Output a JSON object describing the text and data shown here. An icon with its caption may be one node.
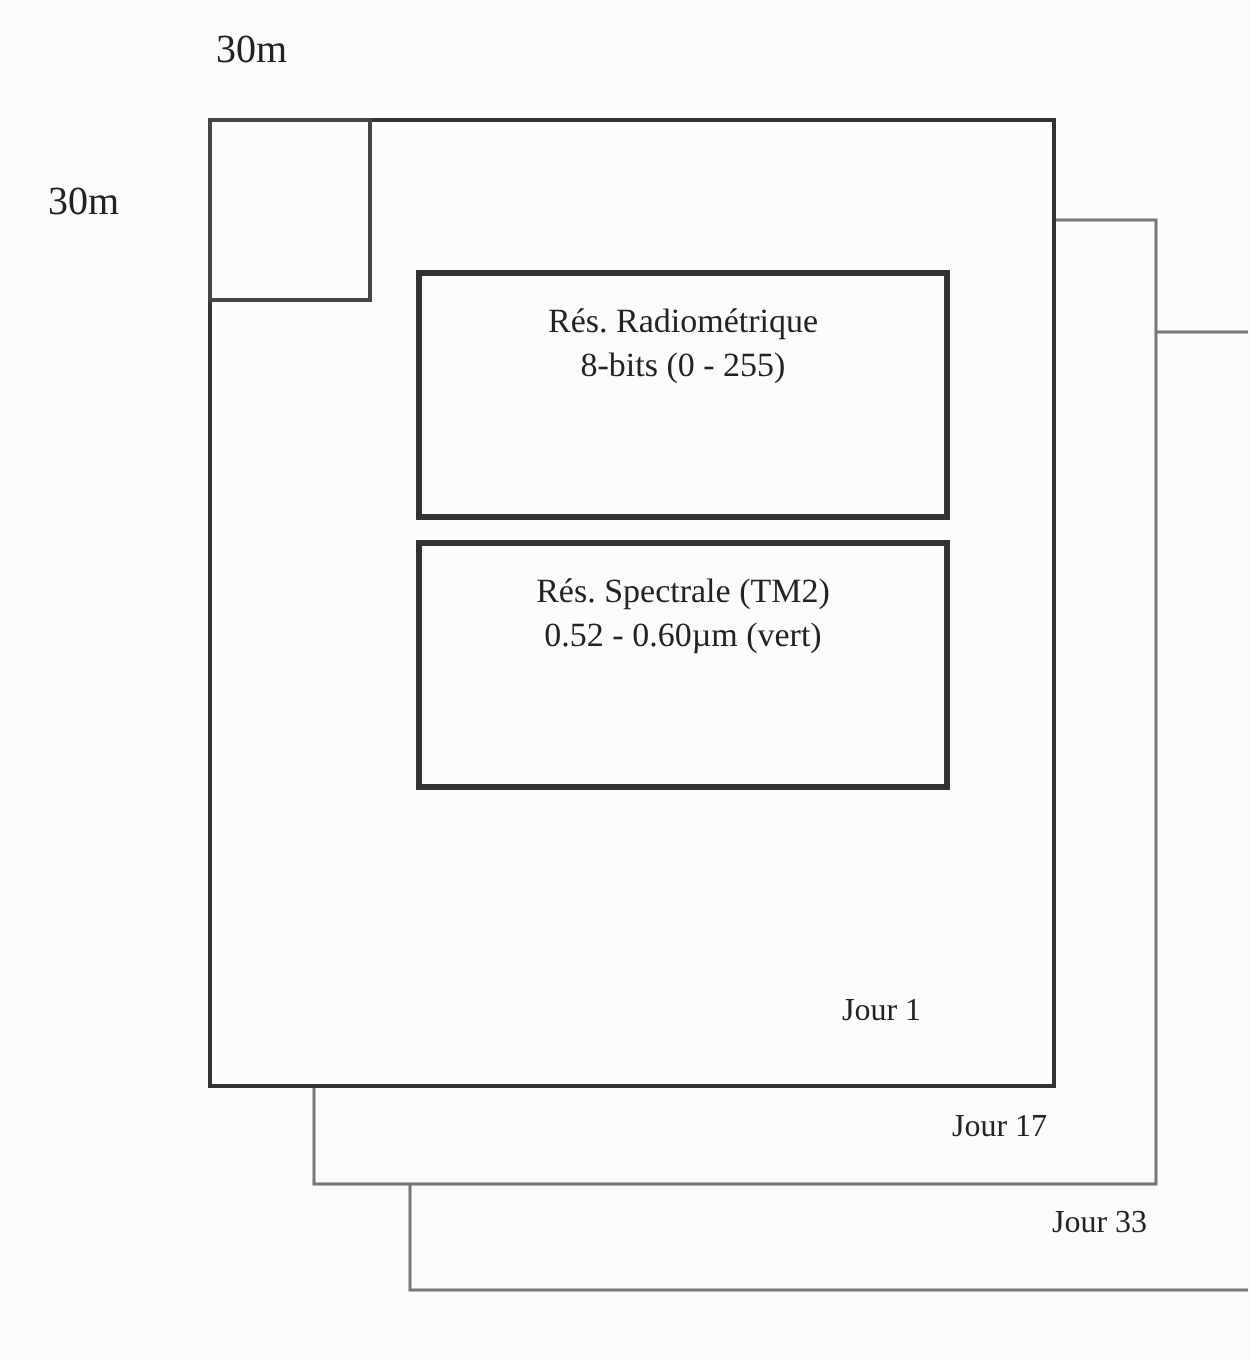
{
  "diagram": {
    "nodes": [
      {
        "text": [
          "Jour 1"
        ]
      },
      {
        "text": [],
        "shape": "box",
        "in": 0
      },
      {
        "text": [
          "Rés. Radiométrique",
          "8-bits (0 - 255)"
        ],
        "in": 0
      },
      {
        "text": [
          "Rés. Spectrale (TM2)",
          "0.52 - 0.60µm (vert)"
        ],
        "in": 0
      }
    ],
    "labels": [
      "30m",
      "30m",
      "Jour 17",
      "Jour 33"
    ]
  }
}
